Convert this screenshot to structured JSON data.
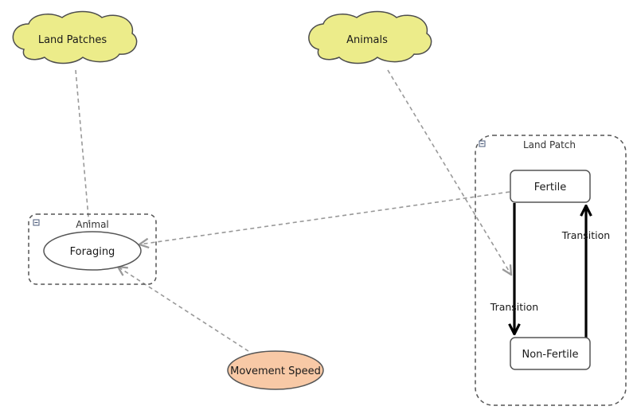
{
  "clouds": {
    "land_patches": "Land Patches",
    "animals": "Animals"
  },
  "containers": {
    "animal": "Animal",
    "land_patch": "Land Patch"
  },
  "nodes": {
    "foraging": "Foraging",
    "movement_speed": "Movement Speed",
    "fertile": "Fertile",
    "non_fertile": "Non-Fertile"
  },
  "transitions": {
    "fertile_to_non_fertile": "Transition",
    "non_fertile_to_fertile": "Transition"
  },
  "colors": {
    "cloud_fill": "#ecec8a",
    "variable_fill": "#f8c9a6",
    "link_gray": "#999999",
    "transition_black": "#000000"
  },
  "icons": {
    "container_toggle": "collapse-icon"
  }
}
